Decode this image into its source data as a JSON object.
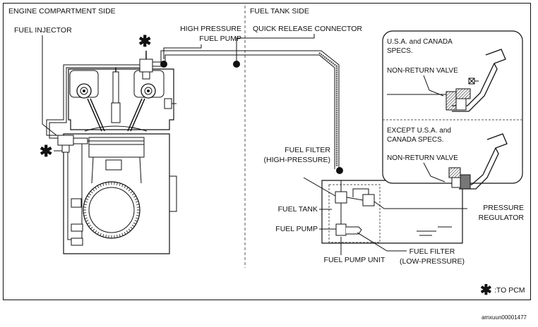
{
  "headers": {
    "engine_side": "ENGINE COMPARTMENT SIDE",
    "tank_side": "FUEL TANK SIDE"
  },
  "labels": {
    "fuel_injector": "FUEL INJECTOR",
    "hp_pump_line1": "HIGH PRESSURE",
    "hp_pump_line2": "FUEL PUMP",
    "quick_release": "QUICK RELEASE CONNECTOR",
    "fuel_filter_hp_line1": "FUEL FILTER",
    "fuel_filter_hp_line2": "(HIGH-PRESSURE)",
    "fuel_tank": "FUEL TANK",
    "fuel_pump": "FUEL PUMP",
    "fuel_pump_unit": "FUEL PUMP UNIT",
    "fuel_filter_lp_line1": "FUEL FILTER",
    "fuel_filter_lp_line2": "(LOW-PRESSURE)",
    "pressure_regulator_line1": "PRESSURE",
    "pressure_regulator_line2": "REGULATOR"
  },
  "inset_usa": {
    "title_line1": "U.S.A. and CANADA",
    "title_line2": "SPECS.",
    "valve": "NON-RETURN VALVE"
  },
  "inset_except": {
    "title_line1": "EXCEPT U.S.A. and",
    "title_line2": "CANADA SPECS.",
    "valve": "NON-RETURN VALVE"
  },
  "legend": {
    "symbol": "✱",
    "text": ":TO PCM"
  },
  "asterisk": "✱",
  "image_code": "amxuun00001477",
  "colors": {
    "line": "#111111",
    "shade": "#888888",
    "background": "#ffffff"
  }
}
